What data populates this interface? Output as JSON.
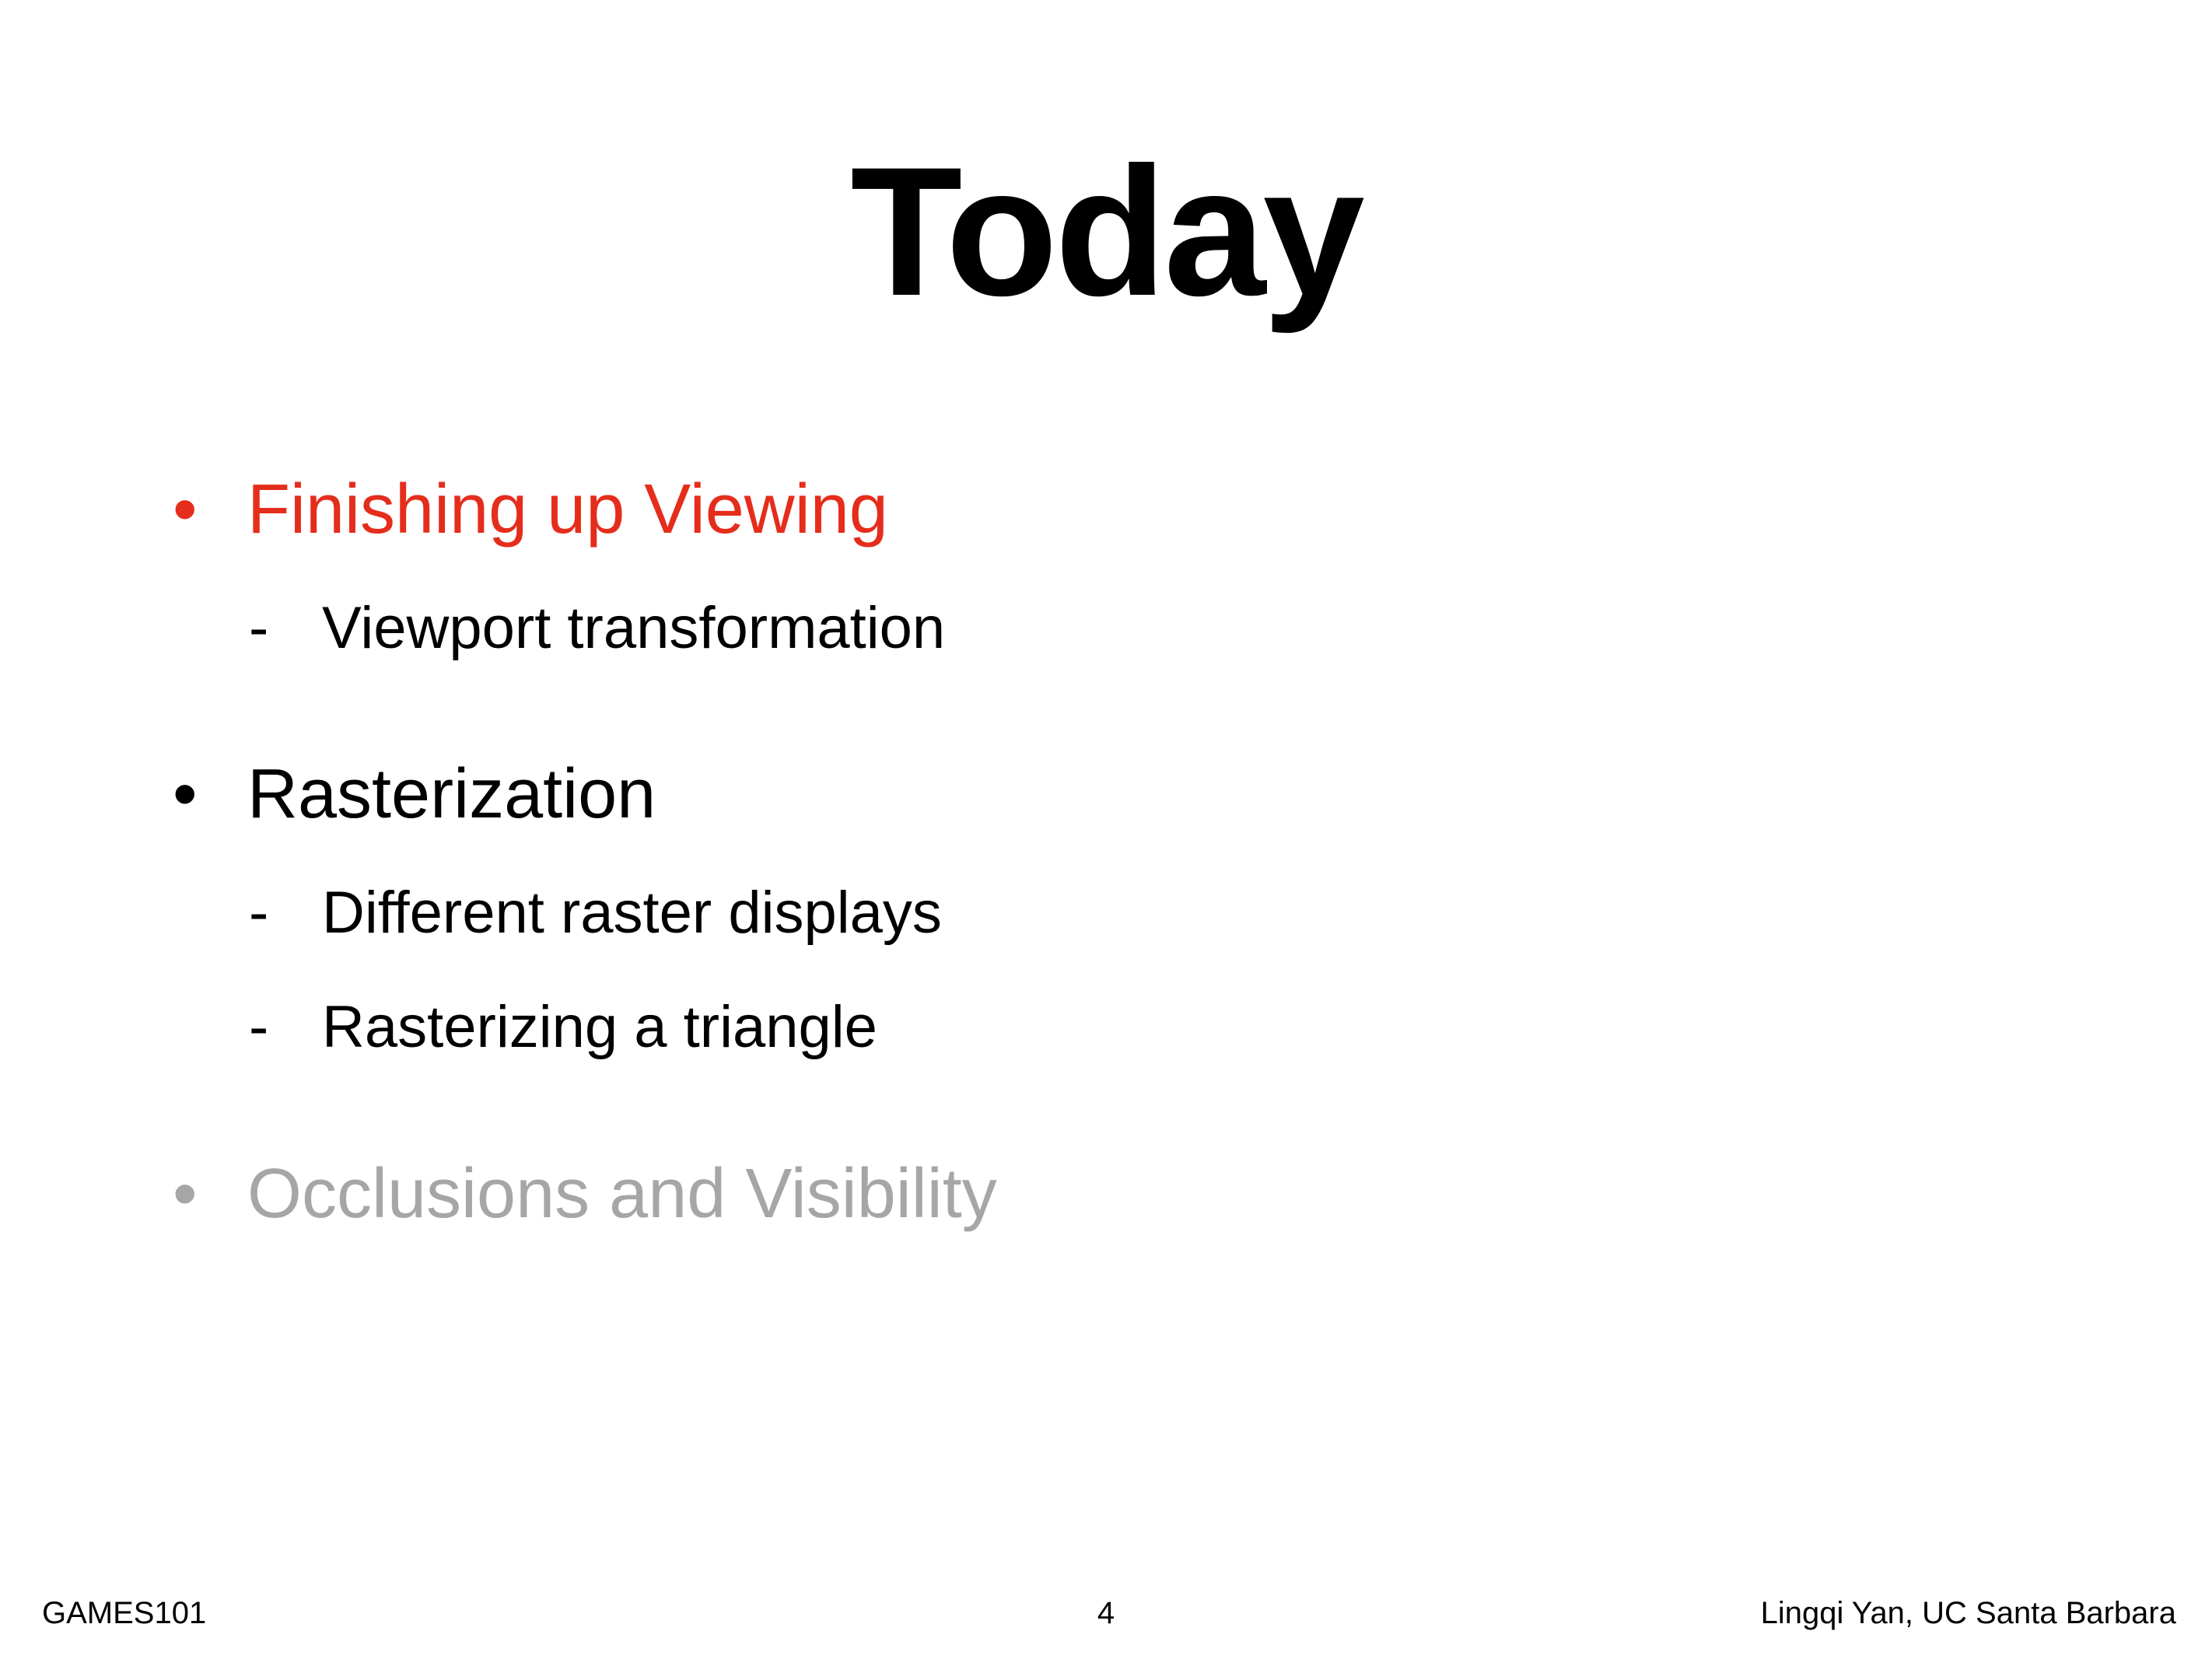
{
  "slide": {
    "title": "Today",
    "items": [
      {
        "level": 1,
        "marker": "•",
        "text": "Finishing up Viewing",
        "color": "#e52d1c"
      },
      {
        "level": 2,
        "marker": "-",
        "text": "Viewport transformation",
        "color": "#000000"
      },
      {
        "level": 1,
        "marker": "•",
        "text": "Rasterization",
        "color": "#000000"
      },
      {
        "level": 2,
        "marker": "-",
        "text": "Different raster displays",
        "color": "#000000"
      },
      {
        "level": 2,
        "marker": "-",
        "text": "Rasterizing a triangle",
        "color": "#000000"
      },
      {
        "level": 1,
        "marker": "•",
        "text": "Occlusions and Visibility",
        "color": "#a6a6a6"
      }
    ]
  },
  "footer": {
    "course": "GAMES101",
    "page_number": "4",
    "author": "Lingqi Yan, UC Santa Barbara"
  }
}
